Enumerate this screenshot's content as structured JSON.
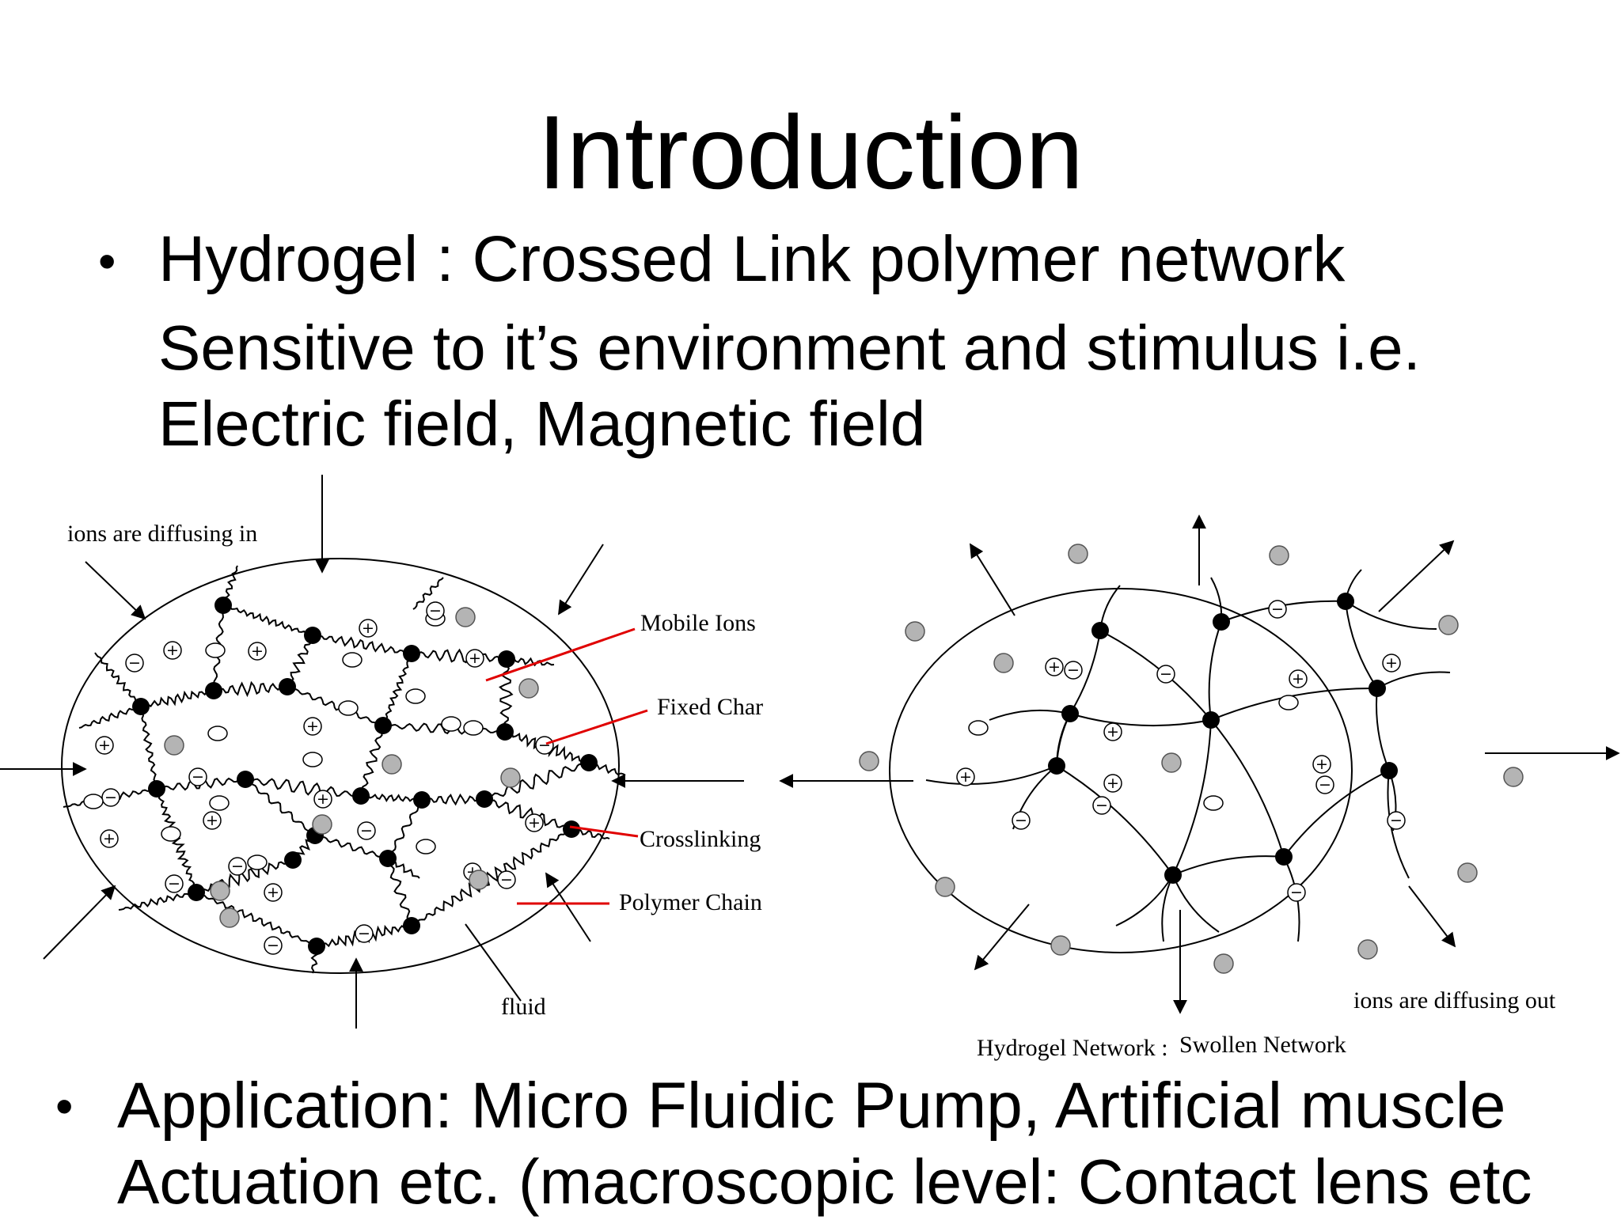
{
  "slide": {
    "title": "Introduction",
    "bullet1": {
      "line1": "Hydrogel : Crossed Link polymer network",
      "line2": "Sensitive to it’s environment and stimulus i.e.",
      "line3": "Electric field, Magnetic field"
    },
    "bullet2": {
      "line1": "Application: Micro Fluidic Pump, Artificial muscle",
      "line2": "Actuation etc. (macroscopic level: Contact lens etc"
    },
    "bullet_glyph": "•"
  },
  "diagram": {
    "left_labels": {
      "ions_in": "ions are diffusing in",
      "mobile_ions": "Mobile Ions",
      "fixed_charge": "Fixed Char",
      "crosslinking": "Crosslinking",
      "polymer_chain": "Polymer Chain",
      "fluid": "fluid"
    },
    "right_labels": {
      "ions_out": "ions are diffusing out",
      "caption_left": "Hydrogel Network :",
      "caption_right": "Swollen Network"
    },
    "symbols": {
      "plus": "+",
      "minus": "−"
    },
    "colors": {
      "leader_line": "#e00000",
      "ion_fill": "#b4b4b4"
    }
  }
}
